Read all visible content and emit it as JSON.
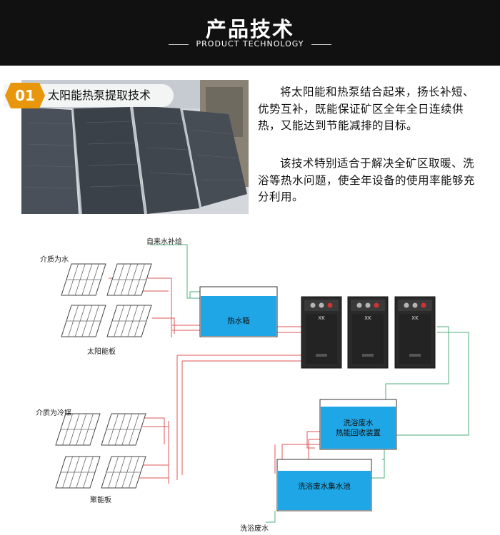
{
  "header": {
    "title": "产品技术",
    "subtitle": "PRODUCT TECHNOLOGY"
  },
  "section": {
    "number": "01",
    "title": "太阳能热泵提取技术"
  },
  "description": {
    "paragraph_1": "将太阳能和热泵结合起来，扬长补短、优势互补，既能保证矿区全年全日连续供热，又能达到节能减排的目标。",
    "paragraph_2": "该技术特别适合于解决全矿区取暖、洗浴等热水问题，使全年设备的使用率能够充分利用。"
  },
  "diagram": {
    "tap_water_supply": "自来水补给",
    "medium_water": "介质为水",
    "solar_panels": "太阳能板",
    "medium_refrigerant": "介质为冷媒",
    "collector_panels": "聚能板",
    "hot_water_tank": "热水箱",
    "heat_recovery_line1": "洗浴废水",
    "heat_recovery_line2": "热能回收装置",
    "wastewater_pool": "洗浴废水集水池",
    "bath_wastewater": "洗浴废水",
    "heat_pump_brand": "XK",
    "colors": {
      "accent": "#e8960c",
      "water": "#1fa6e6",
      "pipe_hot": "#e05555",
      "pipe_cold": "#4caf7d"
    }
  }
}
